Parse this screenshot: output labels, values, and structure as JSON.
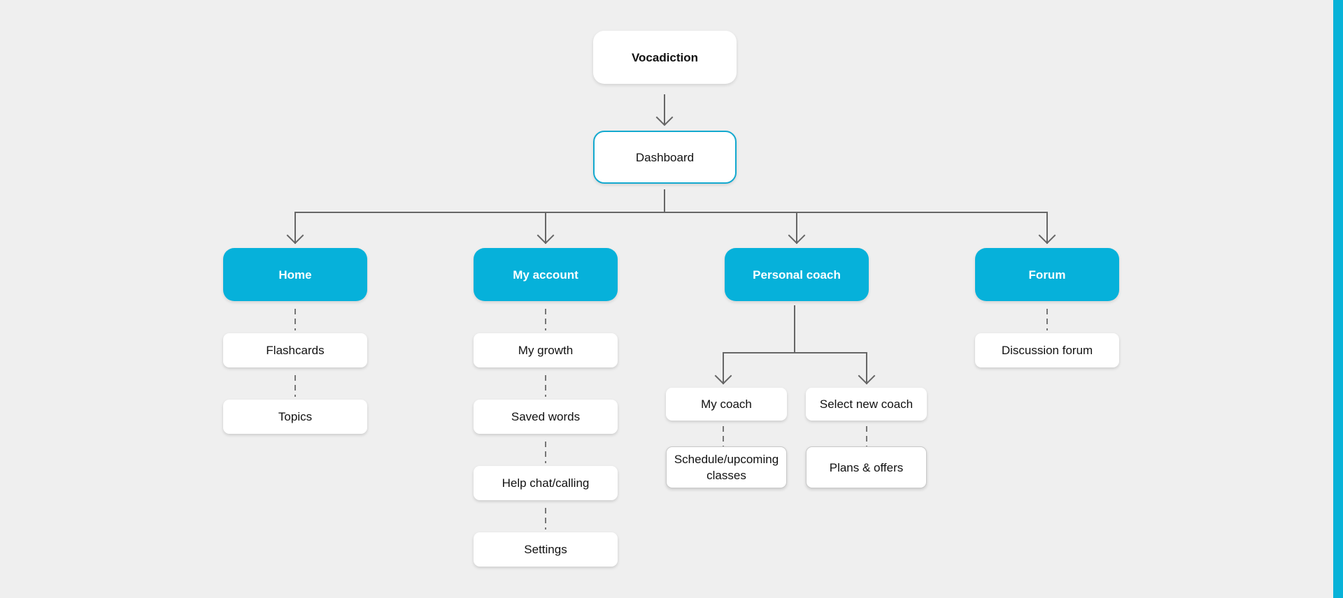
{
  "colors": {
    "background": "#efefef",
    "accent": "#06b1da",
    "line": "#666666",
    "node_fill": "#ffffff"
  },
  "diagram": {
    "root": "Vocadiction",
    "dashboard": "Dashboard",
    "categories": [
      {
        "label": "Home",
        "children": [
          "Flashcards",
          "Topics"
        ]
      },
      {
        "label": "My account",
        "children": [
          "My growth",
          "Saved words",
          "Help chat/calling",
          "Settings"
        ]
      },
      {
        "label": "Personal coach",
        "branches": [
          {
            "label": "My coach",
            "children": [
              "Schedule/upcoming classes"
            ]
          },
          {
            "label": "Select new coach",
            "children": [
              "Plans & offers"
            ]
          }
        ]
      },
      {
        "label": "Forum",
        "children": [
          "Discussion forum"
        ]
      }
    ]
  }
}
